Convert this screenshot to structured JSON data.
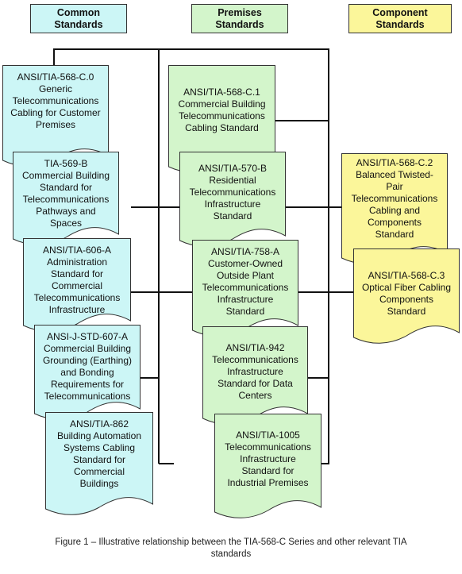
{
  "headers": {
    "common": [
      "Common",
      "Standards"
    ],
    "premises": [
      "Premises",
      "Standards"
    ],
    "component": [
      "Component",
      "Standards"
    ]
  },
  "common_docs": [
    [
      "ANSI/TIA-568-C.0",
      "Generic",
      "Telecommunications",
      "Cabling for Customer",
      "Premises"
    ],
    [
      "TIA-569-B",
      "Commercial Building",
      "Standard for",
      "Telecommunications",
      "Pathways and",
      "Spaces"
    ],
    [
      "ANSI/TIA-606-A",
      "Administration",
      "Standard for",
      "Commercial",
      "Telecommunications",
      "Infrastructure"
    ],
    [
      "ANSI-J-STD-607-A",
      "Commercial Building",
      "Grounding (Earthing)",
      "and Bonding",
      "Requirements for",
      "Telecommunications"
    ],
    [
      "ANSI/TIA-862",
      "Building Automation",
      "Systems Cabling",
      "Standard for",
      "Commercial",
      "Buildings"
    ]
  ],
  "premises_docs": [
    [
      "ANSI/TIA-568-C.1",
      "Commercial Building",
      "Telecommunications",
      "Cabling Standard"
    ],
    [
      "ANSI/TIA-570-B",
      "Residential",
      "Telecommunications",
      "Infrastructure",
      "Standard"
    ],
    [
      "ANSI/TIA-758-A",
      "Customer-Owned",
      "Outside Plant",
      "Telecommunications",
      "Infrastructure",
      "Standard"
    ],
    [
      "ANSI/TIA-942",
      "Telecommunications",
      "Infrastructure",
      "Standard for Data",
      "Centers"
    ],
    [
      "ANSI/TIA-1005",
      "Telecommunications",
      "Infrastructure",
      "Standard for",
      "Industrial Premises"
    ]
  ],
  "component_docs": [
    [
      "ANSI/TIA-568-C.2",
      "Balanced Twisted-",
      "Pair",
      "Telecommunications",
      "Cabling and",
      "Components",
      "Standard"
    ],
    [
      "ANSI/TIA-568-C.3",
      "Optical Fiber Cabling",
      "Components",
      "Standard"
    ]
  ],
  "caption": [
    "Figure 1 – Illustrative relationship between the TIA-568-C Series and other relevant TIA",
    "standards"
  ],
  "colors": {
    "common_fill": "#ccf6f6",
    "premises_fill": "#d3f5cb",
    "component_fill": "#fbf69a",
    "outline": "#333333",
    "connector": "#111111"
  }
}
